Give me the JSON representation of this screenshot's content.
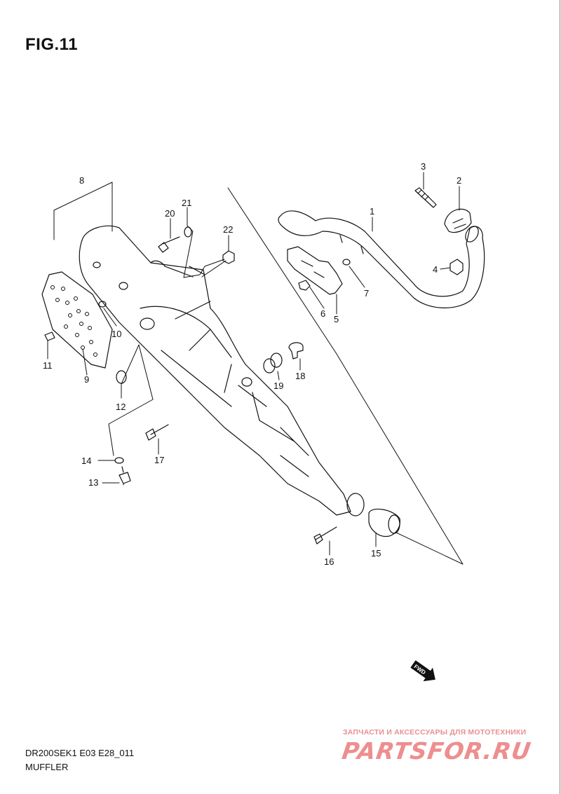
{
  "figure": {
    "title": "FIG.11"
  },
  "callouts": [
    "1",
    "2",
    "3",
    "4",
    "5",
    "6",
    "7",
    "8",
    "9",
    "10",
    "11",
    "12",
    "13",
    "14",
    "15",
    "16",
    "17",
    "18",
    "19",
    "20",
    "21",
    "22"
  ],
  "direction_badge": {
    "label": "FWD"
  },
  "footer": {
    "model_code": "DR200SEK1 E03 E28_011",
    "section_name": "MUFFLER"
  },
  "watermark": {
    "tagline": "ЗАПЧАСТИ И АКСЕССУАРЫ ДЛЯ МОТОТЕХНИКИ",
    "brand": "PARTSFOR.RU"
  },
  "colors": {
    "ink": "#111111",
    "frame": "#8a8a8a",
    "watermark": "#ee8e8e"
  }
}
